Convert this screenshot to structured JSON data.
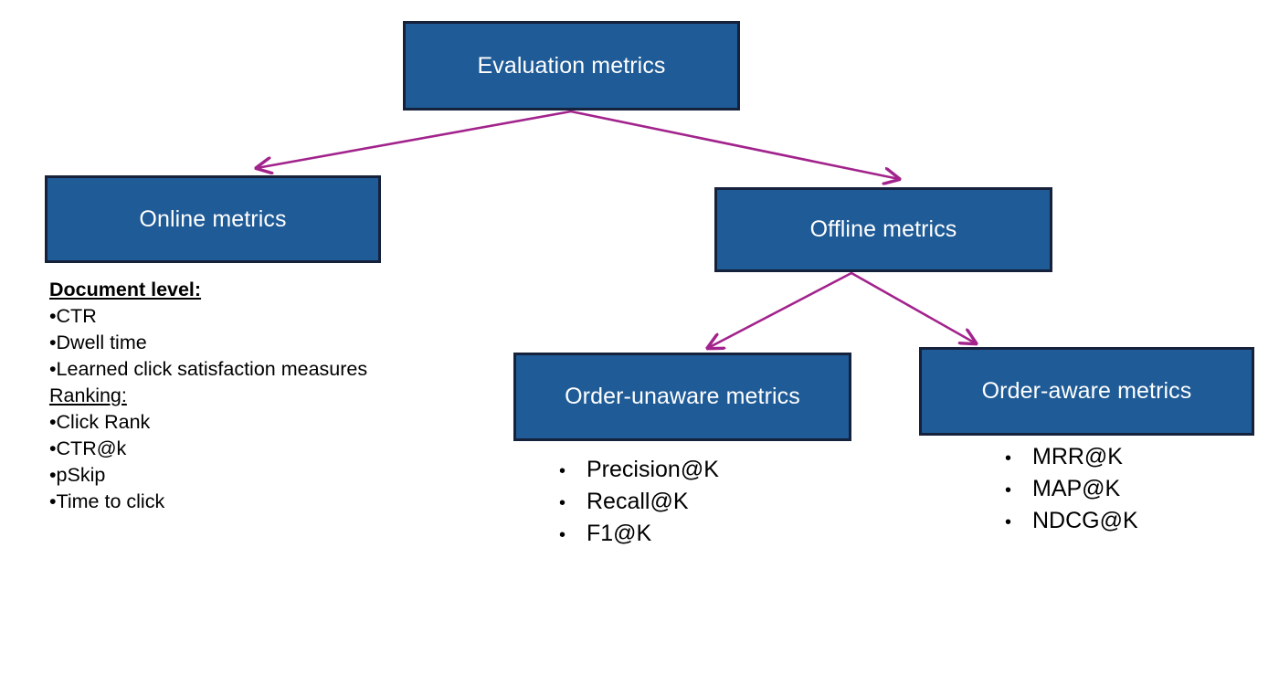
{
  "diagram": {
    "title": "Evaluation metrics taxonomy",
    "colors": {
      "box_fill": "#1F5B96",
      "box_border": "#16213C",
      "box_text": "#FFFFFF",
      "arrow": "#A2238C",
      "background": "#FFFFFF",
      "body_text": "#000000"
    },
    "nodes": {
      "root": {
        "label": "Evaluation metrics"
      },
      "online": {
        "label": "Online metrics"
      },
      "offline": {
        "label": "Offline metrics"
      },
      "order_unaware": {
        "label": "Order-unaware metrics"
      },
      "order_aware": {
        "label": "Order-aware metrics"
      }
    },
    "online_details": {
      "section_1_heading": "Document level:",
      "section_1_items": [
        "CTR",
        "Dwell time",
        "Learned click satisfaction measures"
      ],
      "section_2_heading": "Ranking:",
      "section_2_items": [
        "Click Rank",
        "CTR@k",
        "pSkip",
        "Time to click"
      ],
      "bullet_glyph": "•"
    },
    "order_unaware_items": [
      "Precision@K",
      "Recall@K",
      "F1@K"
    ],
    "order_aware_items": [
      "MRR@K",
      "MAP@K",
      "NDCG@K"
    ],
    "bullet_glyph": "•",
    "edges": [
      {
        "name": "root-to-online",
        "from": "Evaluation metrics",
        "to": "Online metrics"
      },
      {
        "name": "root-to-offline",
        "from": "Evaluation metrics",
        "to": "Offline metrics"
      },
      {
        "name": "offline-to-order-unaware",
        "from": "Offline metrics",
        "to": "Order-unaware metrics"
      },
      {
        "name": "offline-to-order-aware",
        "from": "Offline metrics",
        "to": "Order-aware metrics"
      }
    ]
  }
}
